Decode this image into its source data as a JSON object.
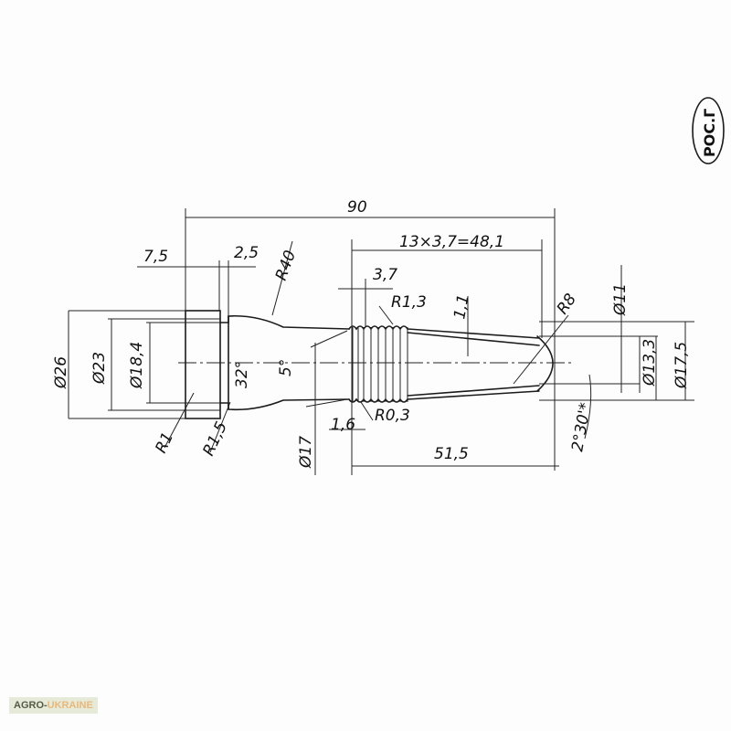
{
  "figure_label": "РОС.Г",
  "dimensions": {
    "overall_length": "90",
    "thread_length": "13×3,7=48,1",
    "flange_width": "7,5",
    "step_width": "2,5",
    "pitch": "3,7",
    "taper_radius": "R40",
    "thread_crest_radius": "R1,3",
    "thread_root_radius": "R0,3",
    "groove_depth": "1,1",
    "tip_radius": "R8",
    "dia_tip": "Ø11",
    "dia_13_3": "Ø13,3",
    "dia_17_5": "Ø17,5",
    "dia_26": "Ø26",
    "dia_23": "Ø23",
    "dia_18_4": "Ø18,4",
    "angle_32": "32°",
    "angle_5": "5°",
    "dia_17": "Ø17",
    "offset_1_6": "1,6",
    "radius_r1": "R1",
    "radius_r1_5": "R1,5",
    "taper_length": "51,5",
    "taper_angle": "2°30'*"
  },
  "watermark": {
    "part1": "AGRO-",
    "part2": "UKRAINE"
  }
}
